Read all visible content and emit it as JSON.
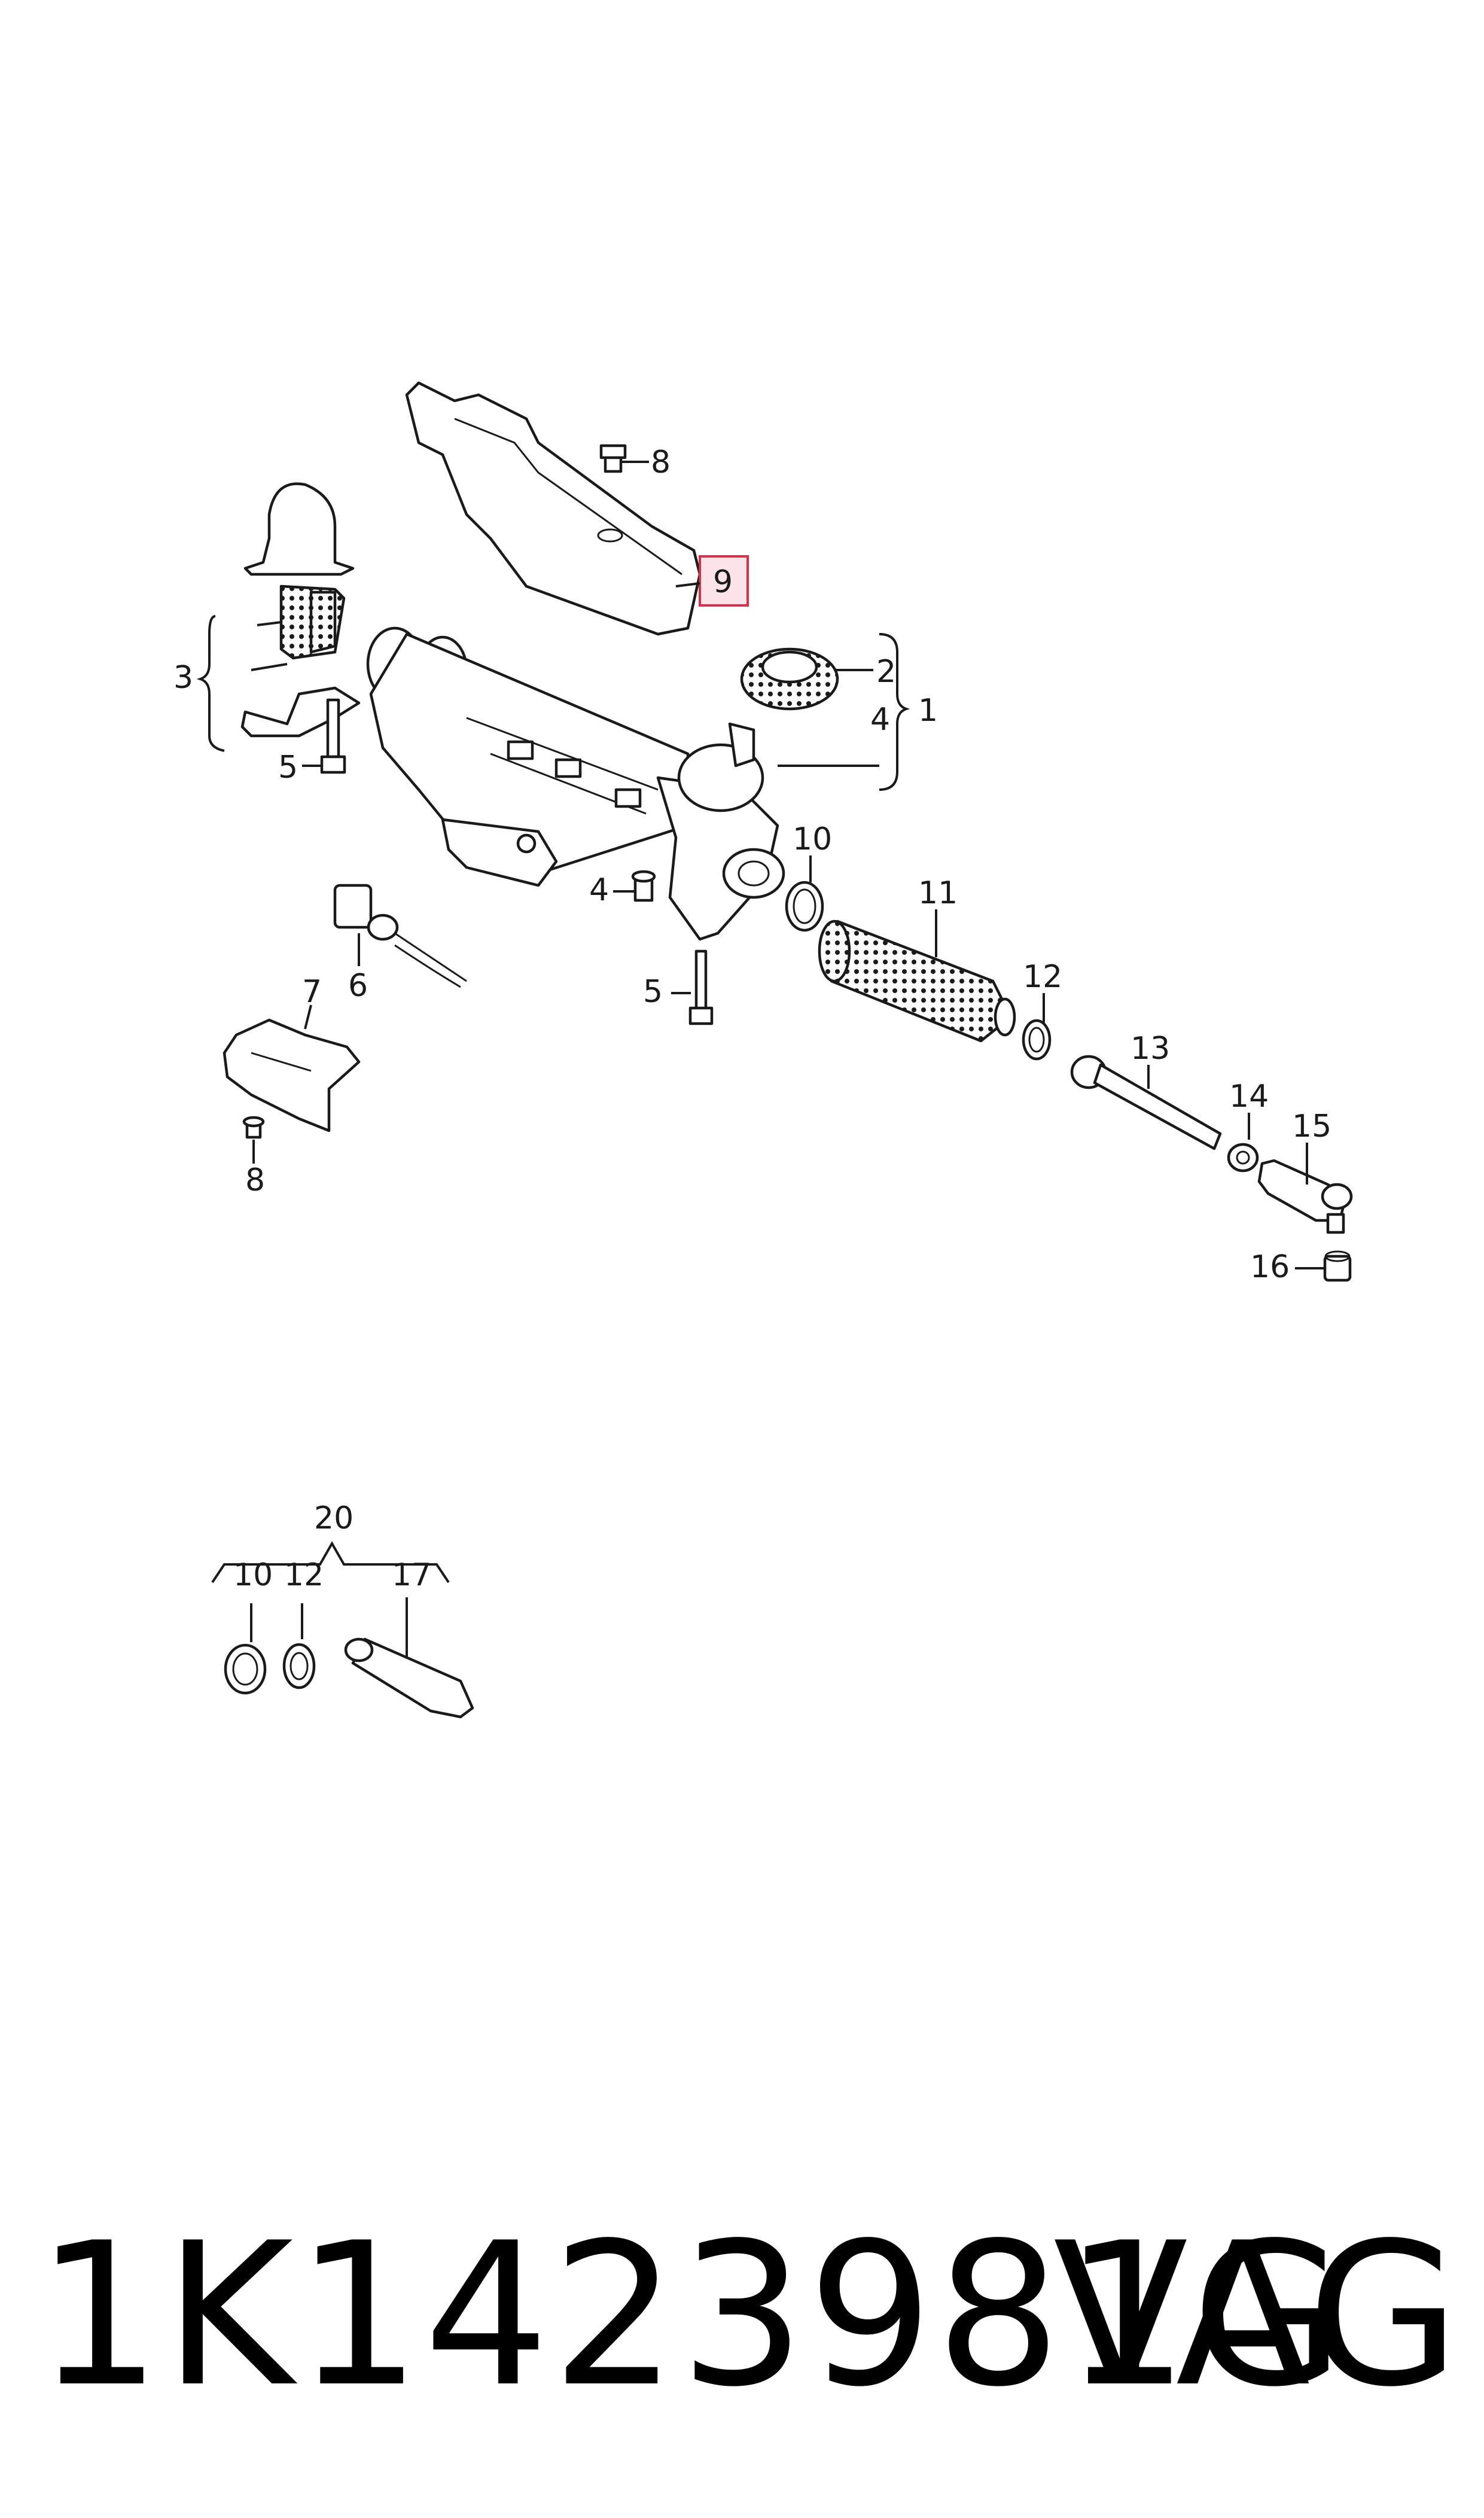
{
  "diagram": {
    "callouts": {
      "c1": "1",
      "c2": "2",
      "c3": "3",
      "c4a": "4",
      "c4b": "4",
      "c5a": "5",
      "c5b": "5",
      "c6": "6",
      "c7": "7",
      "c8a": "8",
      "c8b": "8",
      "c9": "9",
      "c10a": "10",
      "c10b": "10",
      "c11": "11",
      "c12a": "12",
      "c12b": "12",
      "c13": "13",
      "c14": "14",
      "c15": "15",
      "c16": "16",
      "c17": "17",
      "c20": "20"
    },
    "highlighted_callout": "9",
    "highlight_color": "#fde4e8",
    "highlight_border_color": "#d9304a"
  },
  "footer": {
    "part_number": "1K1423981G",
    "brand": "VAG"
  }
}
